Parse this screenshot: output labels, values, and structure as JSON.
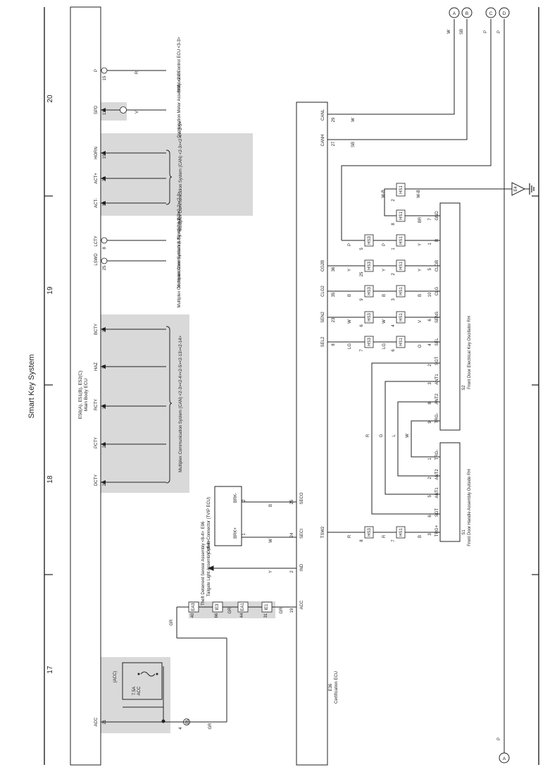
{
  "page_title": "Smart Key System",
  "page_numbers": [
    "20",
    "19",
    "18",
    "17"
  ],
  "connectors": {
    "main_body_ecu": {
      "code": "E50(A), E51(B), E52(C)",
      "name": "Main Body ECU",
      "pins": [
        {
          "sig": "P",
          "pin": "15"
        },
        {
          "sig": "SPD",
          "pin": "11"
        },
        {
          "sig": "HORN",
          "pin": "19"
        },
        {
          "sig": "ACT+",
          "pin": "20"
        },
        {
          "sig": "ACT-",
          "pin": "30"
        },
        {
          "sig": "LCTY",
          "pin": "8"
        },
        {
          "sig": "LSWD",
          "pin": "25"
        },
        {
          "sig": "BCTY",
          "pin": "23"
        },
        {
          "sig": "HAZ",
          "pin": "21"
        },
        {
          "sig": "RCTY",
          "pin": "22"
        },
        {
          "sig": "PCTY",
          "pin": "20"
        },
        {
          "sig": "DCTY",
          "pin": "24"
        },
        {
          "sig": "ACC",
          "pin": "21"
        }
      ]
    },
    "certification_ecu": {
      "code": "E36",
      "name": "Certification ECU",
      "pins": [
        {
          "sig": "CANL",
          "pin": "29"
        },
        {
          "sig": "CANH",
          "pin": "27"
        },
        {
          "sig": "CG2B",
          "pin": "36"
        },
        {
          "sig": "CLG2",
          "pin": "35"
        },
        {
          "sig": "SEN2",
          "pin": "23"
        },
        {
          "sig": "SEL2",
          "pin": "8"
        },
        {
          "sig": "TSW2",
          "pin": ""
        },
        {
          "sig": "SECO",
          "pin": "25"
        },
        {
          "sig": "SECI",
          "pin": "24"
        },
        {
          "sig": "IND",
          "pin": "2"
        },
        {
          "sig": "ACC",
          "pin": "19"
        }
      ]
    },
    "oscillator": {
      "code": "S2",
      "name": "Front Door Electrical Key Oscillator RH",
      "pins": [
        {
          "sig": "GND",
          "pin": "7"
        },
        {
          "sig": "B",
          "pin": "1"
        },
        {
          "sig": "CLGB",
          "pin": "5"
        },
        {
          "sig": "CLG",
          "pin": "10"
        },
        {
          "sig": "SENS",
          "pin": "6"
        },
        {
          "sig": "SEL",
          "pin": "4"
        },
        {
          "sig": "SGT",
          "pin": "2"
        },
        {
          "sig": "ANT1",
          "pin": "3"
        },
        {
          "sig": "ANT2",
          "pin": "8"
        },
        {
          "sig": "TRG-",
          "pin": "9"
        }
      ]
    },
    "door_handle": {
      "code": "S1",
      "name": "Front Door Handle Assembly Outside RH",
      "pins": [
        {
          "sig": "TRG-",
          "pin": "1"
        },
        {
          "sig": "ANT2",
          "pin": "2"
        },
        {
          "sig": "ANT1",
          "pin": "5"
        },
        {
          "sig": "SGT",
          "pin": "6"
        },
        {
          "sig": "TRG+",
          "pin": "3"
        }
      ]
    },
    "option_connector": {
      "code": "E96",
      "name": "Option Connector (TVIP ECU)",
      "pins": [
        {
          "sig": "BRK-",
          "pin": "2"
        },
        {
          "sig": "BRK+",
          "pin": "1"
        }
      ]
    }
  },
  "fuse": {
    "name": "(ACC)",
    "rating": "7.5A",
    "label": "ACC"
  },
  "ground": "E4",
  "refs": {
    "shift_lock": "Shift Lock Control ECU <3-3>",
    "combination_meter": "Combination Meter Assembly <2-3>",
    "multiplex_1": "Multiplex Communication System (CAN) <2-3><2-4><2-5>",
    "multiplex_lin_1": "Multiplex Communication System (LIN) <2-2><2-3>",
    "multiplex_lin_2": "Multiplex Communication System (LIN) <2-2><2-3>",
    "multiplex_2": "Multiplex Communication System (CAN) <2-3><2-4><2-5><2-13><2-14>",
    "theft_deterrent": "Theft Deterrent Sensor Assembly <8-4>",
    "tailgate": "Tailgate Light Assembly <8-4>"
  },
  "wire_colors": {
    "canl": "W",
    "canh": "SB",
    "cg2b": "Y",
    "clg2": "B",
    "sen2": "W",
    "sel2": "LG",
    "gnd": "W-B",
    "b_line": "P",
    "trg": "R",
    "seco": "B",
    "seci": "W",
    "ind": "Y",
    "acc": "GR",
    "shift": "R",
    "spd": "V",
    "osc_gnd": "BR",
    "osc_b": "Y",
    "osc_clgb": "Y",
    "osc_clg": "B",
    "osc_sens": "V",
    "osc_sel": "O",
    "ant_r": "R",
    "ant_g": "G",
    "ant_l": "L",
    "ant_w": "W",
    "trg_plus": "B"
  },
  "inline_connectors": {
    "hs1_gnd": {
      "code": "HS1",
      "pin": "2"
    },
    "hs1_gnd_b": {
      "code": "HS1",
      "pin": "8"
    },
    "hs3_b": {
      "code": "HS3",
      "pin": "5"
    },
    "hs1_b": {
      "code": "HS1",
      "pin": "1"
    },
    "hs3_cg2b": {
      "code": "HS3",
      "pin": "25"
    },
    "hs1_cg2b": {
      "code": "HS1",
      "pin": "2"
    },
    "hs3_clg2": {
      "code": "HS3",
      "pin": "9"
    },
    "hs1_clg2": {
      "code": "HS1",
      "pin": "3"
    },
    "hs3_sen2": {
      "code": "HS3",
      "pin": "6"
    },
    "hs1_sen2": {
      "code": "HS1",
      "pin": "4"
    },
    "hs3_sel2": {
      "code": "HS3",
      "pin": "7"
    },
    "hs1_sel2": {
      "code": "HS1",
      "pin": "6"
    },
    "hs3_tsw": {
      "code": "HS3",
      "pin": "8"
    },
    "hs1_tsw": {
      "code": "HS1",
      "pin": "7"
    },
    "ea_1": {
      "code": "EA3",
      "pin": "40"
    },
    "ea_2": {
      "code": "IE3",
      "pin": "66"
    },
    "ea_3": {
      "code": "EA1",
      "pin": "44"
    },
    "ea_4": {
      "code": "IE1",
      "pin": "31"
    },
    "acc_e": {
      "code": "E5",
      "pin": "4"
    }
  },
  "edge_markers": [
    "A",
    "B",
    "C",
    "D"
  ],
  "edge_wire_colors": [
    "W",
    "SB",
    "P",
    "P"
  ],
  "bottom_marker": "A",
  "bottom_wire_color": "P"
}
